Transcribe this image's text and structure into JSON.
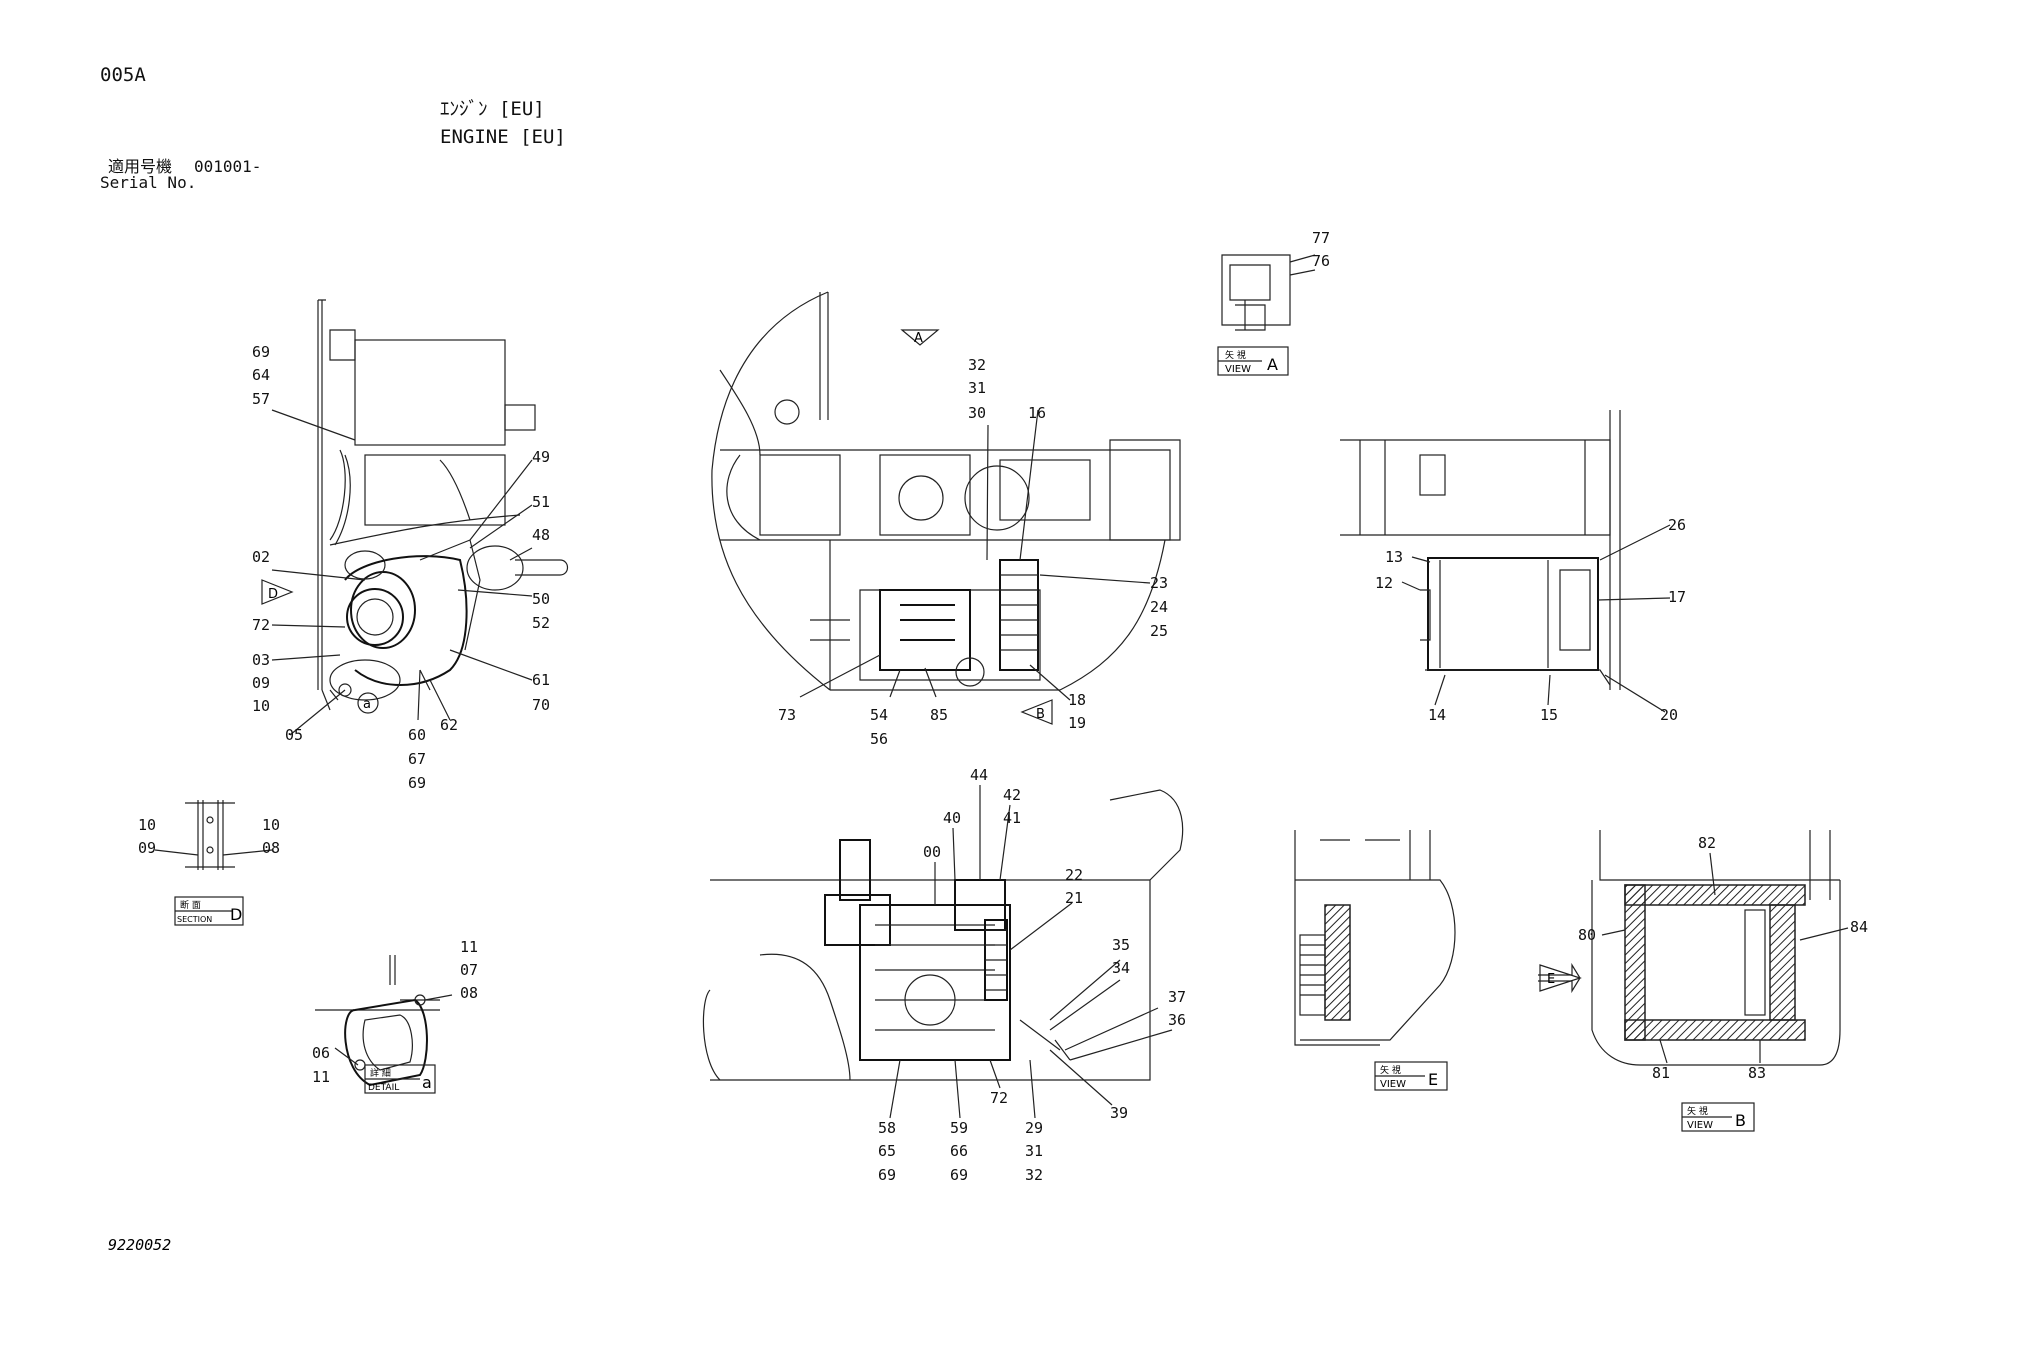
{
  "header": {
    "page_code": "005A",
    "title_jp": "ｴﾝｼﾞﾝ [EU]",
    "title_en": "ENGINE [EU]",
    "serial_label_jp": "適用号機",
    "serial_value": "001001-",
    "serial_label_en": "Serial No."
  },
  "drawing_number": "9220052",
  "callouts": {
    "left_view": [
      "69",
      "64",
      "57",
      "49",
      "51",
      "48",
      "02",
      "50",
      "52",
      "72",
      "03",
      "09",
      "10",
      "05",
      "61",
      "70",
      "62",
      "60",
      "67",
      "69"
    ],
    "center_top": [
      "32",
      "31",
      "30",
      "16",
      "23",
      "24",
      "25",
      "73",
      "54",
      "56",
      "85",
      "18",
      "19"
    ],
    "view_a": [
      "77",
      "76"
    ],
    "right_top": [
      "26",
      "13",
      "12",
      "17",
      "14",
      "15",
      "20"
    ],
    "section_d": [
      "10",
      "09",
      "10",
      "08"
    ],
    "detail_a": [
      "11",
      "07",
      "08",
      "06",
      "11"
    ],
    "center_bottom": [
      "44",
      "42",
      "41",
      "40",
      "00",
      "22",
      "21",
      "35",
      "34",
      "37",
      "36",
      "39",
      "72",
      "58",
      "65",
      "69",
      "59",
      "66",
      "69",
      "29",
      "31",
      "32"
    ],
    "view_b": [
      "82",
      "80",
      "84",
      "81",
      "83"
    ]
  },
  "view_markers": {
    "view_a": {
      "jp": "矢 視",
      "en": "VIEW",
      "letter": "A"
    },
    "view_e": {
      "jp": "矢 視",
      "en": "VIEW",
      "letter": "E"
    },
    "view_b": {
      "jp": "矢 視",
      "en": "VIEW",
      "letter": "B"
    },
    "section_d": {
      "jp": "断 面",
      "en": "SECTION",
      "letter": "D"
    },
    "detail_a": {
      "jp": "詳 細",
      "en": "DETAIL",
      "letter": "a"
    }
  },
  "arrow_markers": [
    "A",
    "D",
    "B",
    "E"
  ],
  "detail_circle": "a"
}
